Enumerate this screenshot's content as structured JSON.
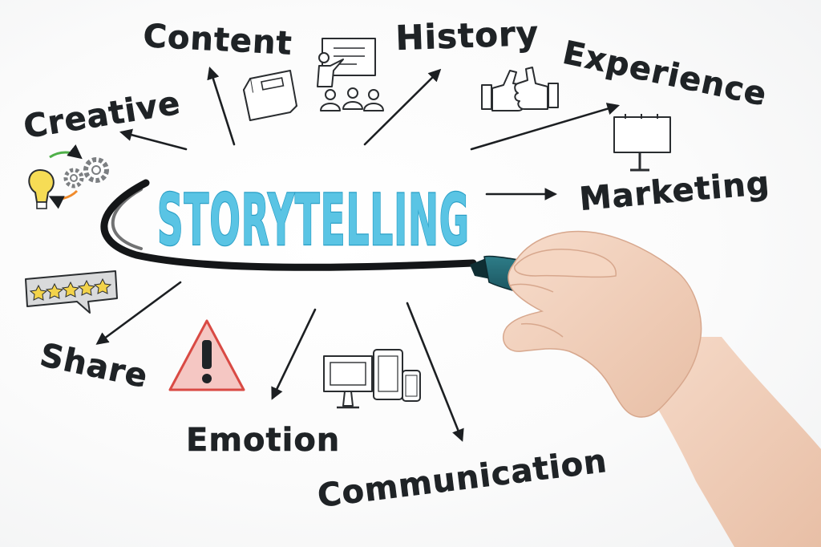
{
  "title": "STORYTELLING",
  "keywords": {
    "content": "Content",
    "history": "History",
    "experience": "Experience",
    "creative": "Creative",
    "marketing": "Marketing",
    "share": "Share",
    "emotion": "Emotion",
    "communication": "Communication"
  },
  "colors": {
    "title_fill": "#5ac4e4",
    "title_outline": "#2a9fc6",
    "ink": "#1f2326",
    "marker_body": "#1e5b66",
    "warning_red": "#e0554f",
    "star_yellow": "#f3d34a",
    "skin": "#f2cfb8"
  },
  "icons": [
    "book-icon",
    "presentation-icon",
    "thumbs-up-icon",
    "billboard-icon",
    "lightbulb-gears-icon",
    "rating-stars-icon",
    "warning-icon",
    "devices-icon"
  ],
  "rating": {
    "stars": 5,
    "max": 5
  }
}
